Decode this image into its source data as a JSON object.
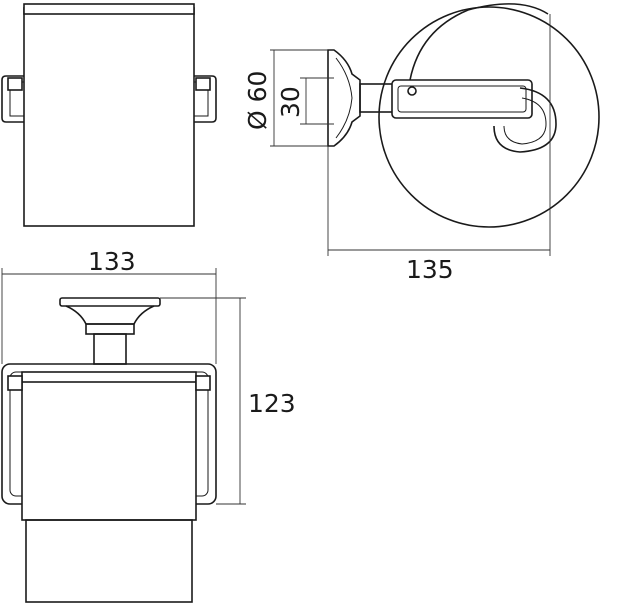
{
  "dimensions": {
    "width_top": "133",
    "height_right": "123",
    "depth_side": "135",
    "flange_diameter": "Ø 60",
    "flange_inner": "30"
  },
  "colors": {
    "line": "#1a1a1a",
    "background": "#ffffff"
  }
}
